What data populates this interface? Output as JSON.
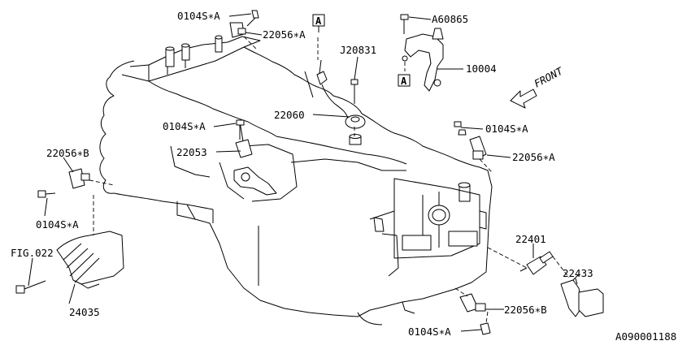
{
  "labels": {
    "l0104sa_top": "0104S∗A",
    "l22056a_top": "22056∗A",
    "ref_a_top": "A",
    "l_a60865": "A60865",
    "l_j20831": "J20831",
    "l_10004": "10004",
    "ref_a_mid": "A",
    "l_front": "FRONT",
    "l_22060": "22060",
    "l0104sa_midleft": "0104S∗A",
    "l0104sa_right": "0104S∗A",
    "l_22053": "22053",
    "l22056a_right": "22056∗A",
    "l22056b_left": "22056∗B",
    "l0104sa_left": "0104S∗A",
    "l_22401": "22401",
    "l_fig022": "FIG.022",
    "l_22433": "22433",
    "l_24035": "24035",
    "l22056b_bottom": "22056∗B",
    "l0104sa_bottom": "0104S∗A",
    "diagram_code": "A090001188"
  }
}
